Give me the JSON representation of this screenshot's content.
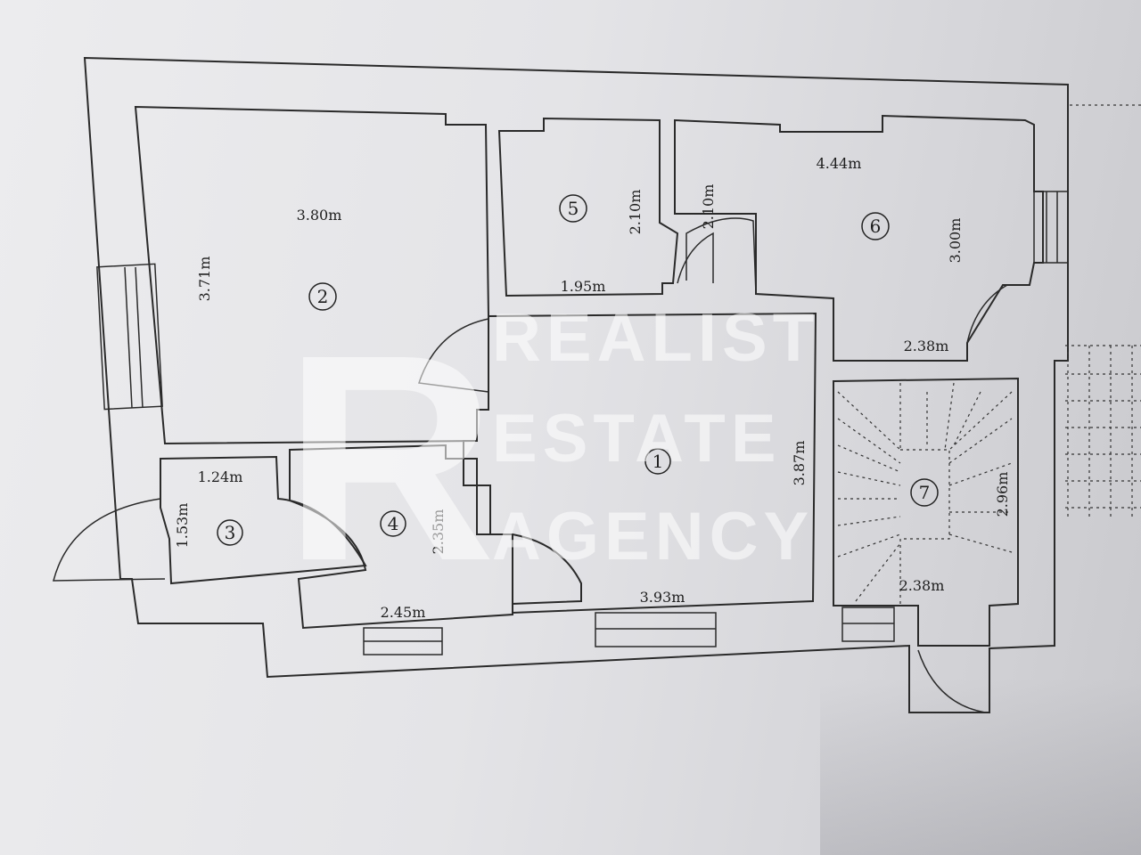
{
  "watermark": {
    "lines": [
      "REALIST",
      "ESTATE",
      "AGENCY"
    ],
    "logo_letter": "R"
  },
  "rooms": [
    {
      "number": "1",
      "dims": [
        "3.87m",
        "3.93m"
      ]
    },
    {
      "number": "2",
      "dims": [
        "3.80m",
        "3.71m"
      ]
    },
    {
      "number": "3",
      "dims": [
        "1.24m",
        "1.53m"
      ]
    },
    {
      "number": "4",
      "dims": [
        "2.35m",
        "2.45m"
      ]
    },
    {
      "number": "5",
      "dims": [
        "2.10m",
        "1.95m"
      ]
    },
    {
      "number": "6",
      "dims": [
        "4.44m",
        "3.00m",
        "2.10m",
        "2.38m"
      ]
    },
    {
      "number": "7",
      "dims": [
        "2.96m",
        "2.38m"
      ]
    }
  ]
}
